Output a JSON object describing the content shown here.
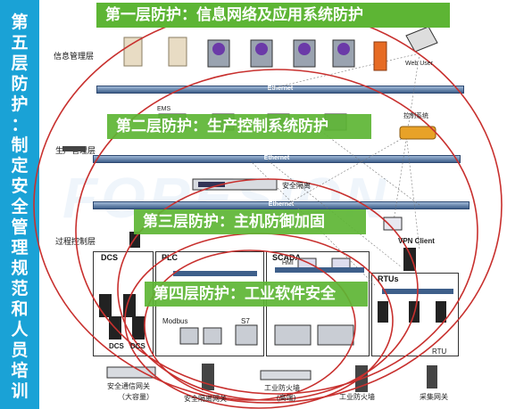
{
  "sidebar": {
    "title_chars": [
      "第",
      "五",
      "层",
      "防",
      "护",
      "：",
      "制",
      "定",
      "安",
      "全",
      "管",
      "理",
      "规",
      "范",
      "和",
      "人",
      "员",
      "培",
      "训"
    ]
  },
  "banners": {
    "layer1": "第一层防护：信息网络及应用系统防护",
    "layer2": "第二层防护：生产控制系统防护",
    "layer3": "第三层防护：主机防御加固",
    "layer4": "第四层防护：工业软件安全"
  },
  "layers": {
    "info": "信息管理层",
    "production": "生产管理层",
    "process": "过程控制层"
  },
  "buses": {
    "label": "Ethernet"
  },
  "top_nodes": {
    "web_user": "Web User",
    "production_system": "控制系统",
    "ems": "EMS"
  },
  "security": {
    "isolation_device": "安全隔离"
  },
  "vpn": "VPN Client",
  "zones": {
    "dcs": "DCS",
    "plc": "PLC",
    "scada": "SCADA",
    "rtu": "RTUs"
  },
  "zone_items": {
    "dcs_a": "DCS",
    "dcs_b": "DCS",
    "modbus": "Modbus",
    "s7": "S7",
    "hmi": "HMI",
    "rtu": "RTU"
  },
  "bottom_devices": {
    "security_gateway": "安全通信网关",
    "security_gateway_sub": "（大容量）",
    "isolation_gateway": "安全隔离网关",
    "industrial_firewall": "工业防火墙",
    "industrial_firewall_sub": "(高端)",
    "industrial_firewall2": "工业防火墙",
    "remote_gateway": "采集网关"
  },
  "colors": {
    "sidebar_bg": "#1aa2d6",
    "banner_bg": "#5db534",
    "ellipse": "#c8302e",
    "bus": "#3e5f8a"
  },
  "watermark": "FORESION"
}
